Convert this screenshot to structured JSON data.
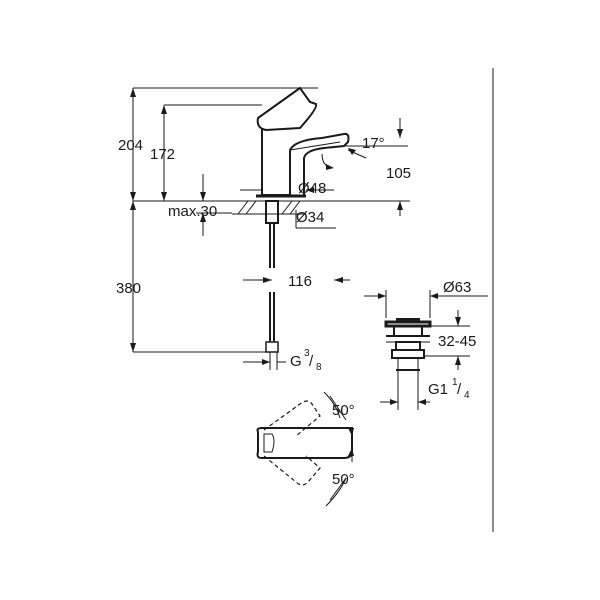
{
  "dimensions": {
    "height_total": "204",
    "height_spout": "172",
    "reach_height": "105",
    "spout_angle": "17°",
    "base_diameter": "Ø48",
    "max_deck": "max.30",
    "hole_diameter": "Ø34",
    "hose_length": "380",
    "offset": "116",
    "connection_main": "G",
    "connection_sup": "3",
    "connection_sub": "8",
    "waste_diameter": "Ø63",
    "waste_range": "32-45",
    "waste_thread_main": "G1",
    "waste_thread_sup": "1",
    "waste_thread_sub": "4",
    "lever_angle_top": "50°",
    "lever_angle_bottom": "50°"
  }
}
